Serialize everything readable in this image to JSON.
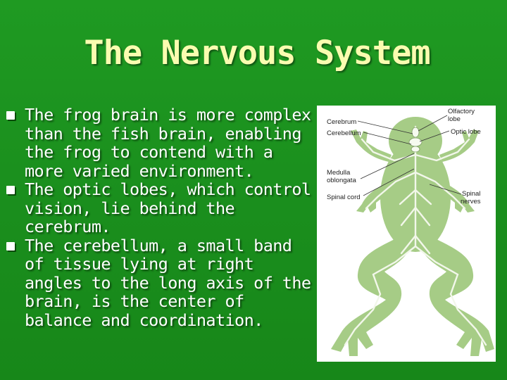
{
  "slide": {
    "title": "The Nervous System",
    "bullets": [
      "The frog brain is more complex than the fish brain, enabling the frog to contend with a more varied environment.",
      "The optic lobes, which control vision, lie behind the cerebrum.",
      " The cerebellum, a small band of tissue lying at right angles to the long axis of the brain, is the center of balance and coordination."
    ],
    "bullet_icon": "checkbox-bullet-icon"
  },
  "figure": {
    "labels": {
      "cerebrum": "Cerebrum",
      "cerebellum": "Cerebellum",
      "medulla_1": "Medulla",
      "medulla_2": "oblongata",
      "spinal_cord": "Spinal cord",
      "olfactory_1": "Olfactory",
      "olfactory_2": "lobe",
      "optic_lobe": "Optic lobe",
      "spinal_nerves_1": "Spinal",
      "spinal_nerves_2": "nerves"
    },
    "colors": {
      "frog_fill": "#a6cc86",
      "nerve": "#f2f7ea"
    }
  },
  "theme": {
    "background": "#1c941f",
    "title_color": "#fafcb0",
    "text_color": "#ffffff"
  }
}
